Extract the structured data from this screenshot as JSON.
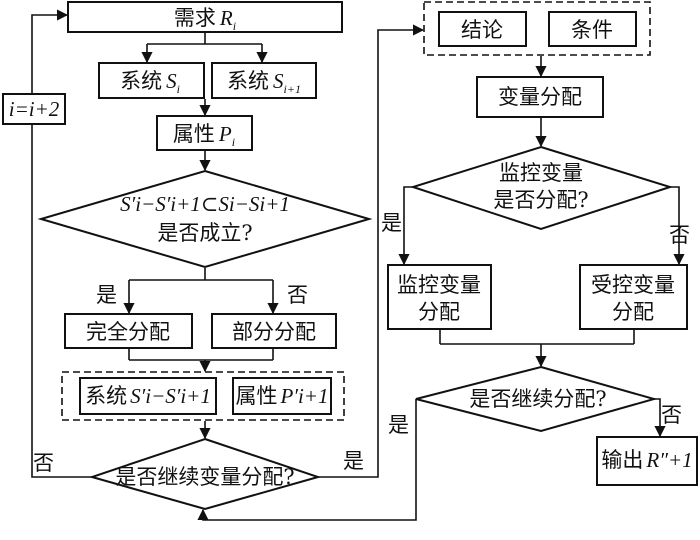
{
  "colors": {
    "stroke": "#111111",
    "background": "#ffffff"
  },
  "left": {
    "demand": {
      "text": "需求",
      "var": "R",
      "sub": "i"
    },
    "system_i": {
      "text": "系统",
      "var": "S",
      "sub": "i"
    },
    "system_i1": {
      "text": "系统",
      "var": "S",
      "sub": "i+1"
    },
    "attribute": {
      "text": "属性",
      "var": "P",
      "sub": "i"
    },
    "condition": {
      "formula": "S′i−S′i+1⊂Si−Si+1",
      "question": "是否成立?",
      "yes": "是",
      "no": "否"
    },
    "full_alloc": "完全分配",
    "partial_alloc": "部分分配",
    "diff_system": {
      "text": "系统",
      "formula": "S′i−S′i+1"
    },
    "diff_attribute": {
      "text": "属性",
      "formula": "P′i+1"
    },
    "continue": {
      "text": "是否继续变量分配?",
      "yes": "是",
      "no": "否"
    },
    "increment": "i=i+2"
  },
  "right": {
    "conclusion": "结论",
    "condition": "条件",
    "var_alloc": "变量分配",
    "monitor_q": {
      "line1": "监控变量",
      "line2": "是否分配?",
      "yes": "是",
      "no": "否"
    },
    "monitor_alloc": {
      "line1": "监控变量",
      "line2": "分配"
    },
    "controlled_alloc": {
      "line1": "受控变量",
      "line2": "分配"
    },
    "continue": {
      "text": "是否继续分配?",
      "yes": "是",
      "no": "否"
    },
    "output": {
      "text": "输出",
      "formula": "R″+1"
    }
  }
}
